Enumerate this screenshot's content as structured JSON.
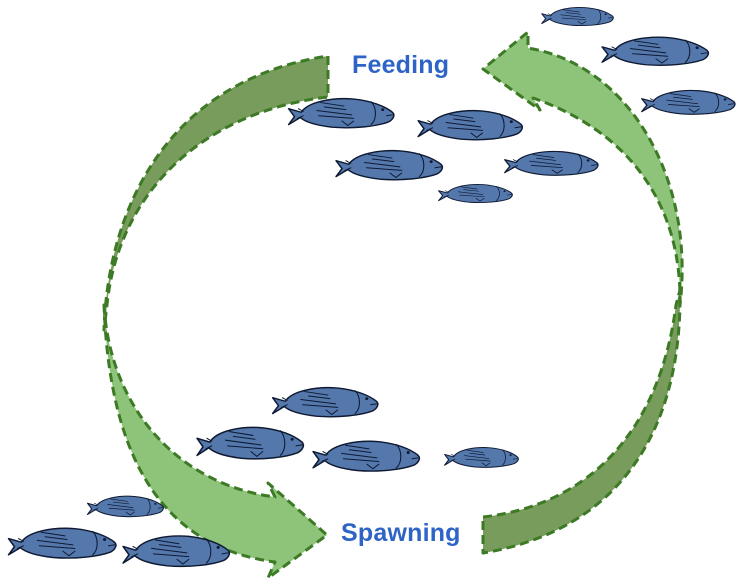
{
  "labels": {
    "feeding": "Feeding",
    "spawning": "Spawning"
  },
  "colors": {
    "label_text": "#2e64c6",
    "arrow_dark": "#789c5c",
    "arrow_light": "#8dc47a",
    "arrow_stroke": "#3d7a25",
    "fish_fill": "#5478ac",
    "fish_stroke": "#0f1a33",
    "background": "#ffffff"
  },
  "icons": {
    "fish": "fish-icon",
    "cycle_arrow": "curved-arrow"
  }
}
